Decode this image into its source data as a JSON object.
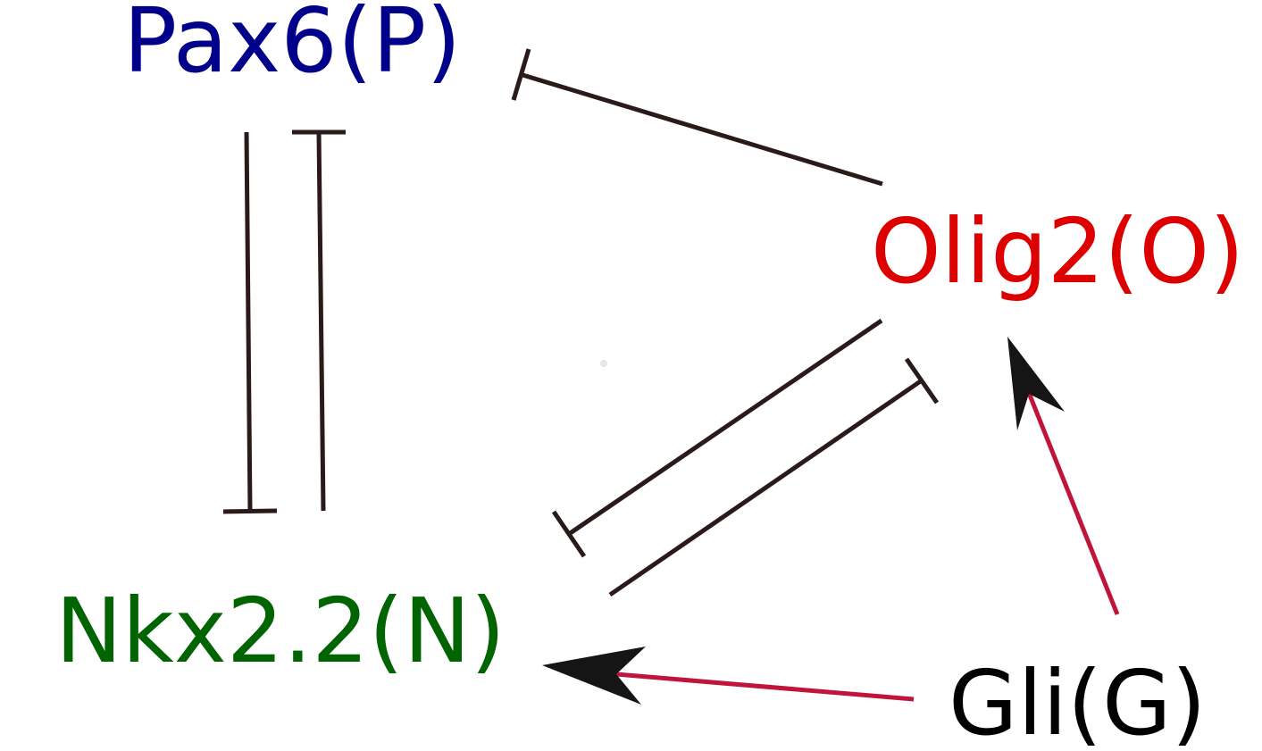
{
  "nodes": {
    "pax6": {
      "label": "Pax6(P)",
      "color": "#00008b"
    },
    "olig2": {
      "label": "Olig2(O)",
      "color": "#dd0000"
    },
    "nkx22": {
      "label": "Nkx2.2(N)",
      "color": "#006400"
    },
    "gli": {
      "label": "Gli(G)",
      "color": "#000000"
    }
  },
  "edges": [
    {
      "from": "olig2",
      "to": "pax6",
      "type": "inhibition"
    },
    {
      "from": "pax6",
      "to": "nkx22",
      "type": "inhibition"
    },
    {
      "from": "nkx22",
      "to": "pax6",
      "type": "inhibition"
    },
    {
      "from": "olig2",
      "to": "nkx22",
      "type": "inhibition"
    },
    {
      "from": "nkx22",
      "to": "olig2",
      "type": "inhibition"
    },
    {
      "from": "gli",
      "to": "olig2",
      "type": "activation"
    },
    {
      "from": "gli",
      "to": "nkx22",
      "type": "activation"
    }
  ],
  "colors": {
    "inhibition": "#2a1a1a",
    "activation_line": "#c0143c",
    "arrowhead": "#151515"
  }
}
